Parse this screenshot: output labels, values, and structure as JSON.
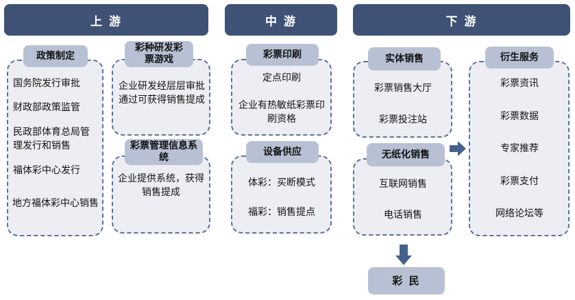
{
  "stages": {
    "upstream": "上 游",
    "midstream": "中 游",
    "downstream": "下 游"
  },
  "upstream": {
    "policy": {
      "title": "政策制定",
      "items": [
        "国务院发行审批",
        "财政部政策监管",
        "民政部体育总局管理发行和销售",
        "福体彩中心发行",
        "地方福体彩中心销售"
      ]
    },
    "game_dev": {
      "title": "彩种研发彩票游戏",
      "items": [
        "企业研发经层层审批通过可获得销售提成"
      ]
    },
    "mgmt_system": {
      "title": "彩票管理信息系统",
      "items": [
        "企业提供系统，获得销售提成"
      ]
    }
  },
  "midstream": {
    "printing": {
      "title": "彩票印刷",
      "items": [
        "定点印刷",
        "企业有热敏纸彩票印刷资格"
      ]
    },
    "equipment": {
      "title": "设备供应",
      "items": [
        "体彩：买断模式",
        "福彩：销售提点"
      ]
    }
  },
  "downstream": {
    "physical": {
      "title": "实体销售",
      "items": [
        "彩票销售大厅",
        "彩票投注站"
      ]
    },
    "paperless": {
      "title": "无纸化销售",
      "items": [
        "互联网销售",
        "电话销售"
      ]
    },
    "derivative": {
      "title": "衍生服务",
      "items": [
        "彩票资讯",
        "彩票数据",
        "专家推荐",
        "彩票支付",
        "网络论坛等"
      ]
    },
    "consumer": "彩 民"
  }
}
